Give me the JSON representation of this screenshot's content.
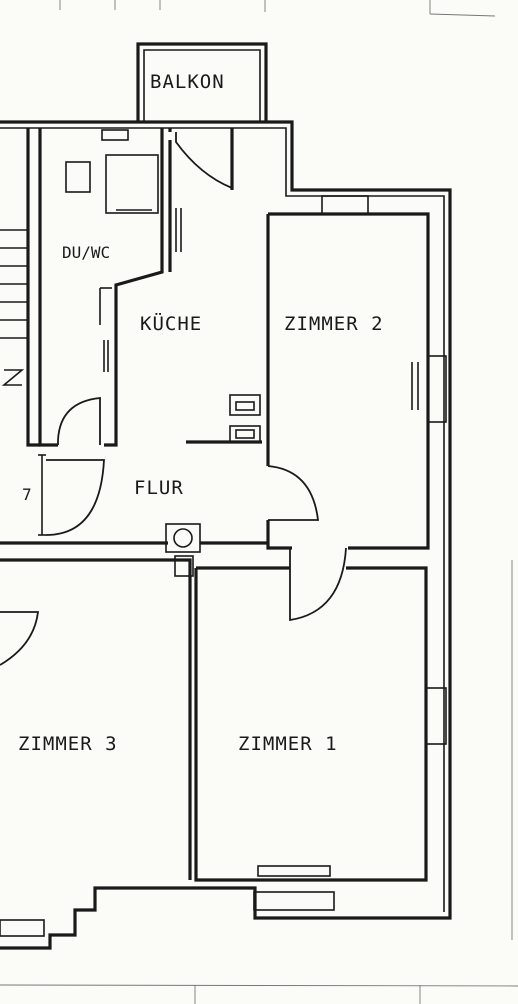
{
  "rooms": {
    "balkon": "BALKON",
    "du_wc": "DU/WC",
    "kueche": "KÜCHE",
    "zimmer_2": "ZIMMER 2",
    "flur": "FLUR",
    "zimmer_3": "ZIMMER 3",
    "zimmer_1": "ZIMMER 1"
  },
  "stair_step_number": "7"
}
